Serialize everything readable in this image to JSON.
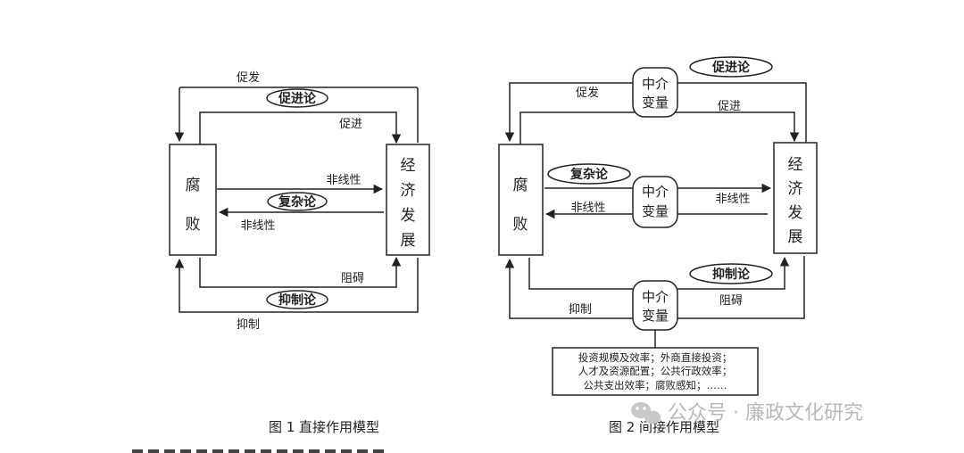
{
  "figure1": {
    "corruption_label": [
      "腐",
      "败"
    ],
    "growth_label": [
      "经",
      "济",
      "发",
      "展"
    ],
    "promote_outer": "促发",
    "promote_inner": "促进",
    "promote_theory": "促进论",
    "nonlinear_right": "非线性",
    "nonlinear_left": "非线性",
    "complex_theory": "复杂论",
    "hinder_inner": "阻碍",
    "inhibit_theory": "抑制论",
    "inhibit_outer": "抑制",
    "caption": "图 1   直接作用模型"
  },
  "figure2": {
    "corruption_label": [
      "腐",
      "败"
    ],
    "growth_label": [
      "经",
      "济",
      "发",
      "展"
    ],
    "mediator_label": [
      "中介",
      "变量"
    ],
    "promote_outer": "促发",
    "promote_inner": "促进",
    "promote_theory": "促进论",
    "complex_theory": "复杂论",
    "nonlinear_right": "非线性",
    "nonlinear_left": "非线性",
    "inhibit_theory": "抑制论",
    "hinder_inner": "阻碍",
    "inhibit_outer": "抑制",
    "note_lines": [
      "投资规模及效率；外商直接投资；",
      "人才及资源配置；公共行政效率；",
      "公共支出效率；腐败感知；……"
    ],
    "caption": "图 2   间接作用模型"
  },
  "watermark": "公众号 · 廉政文化研究"
}
